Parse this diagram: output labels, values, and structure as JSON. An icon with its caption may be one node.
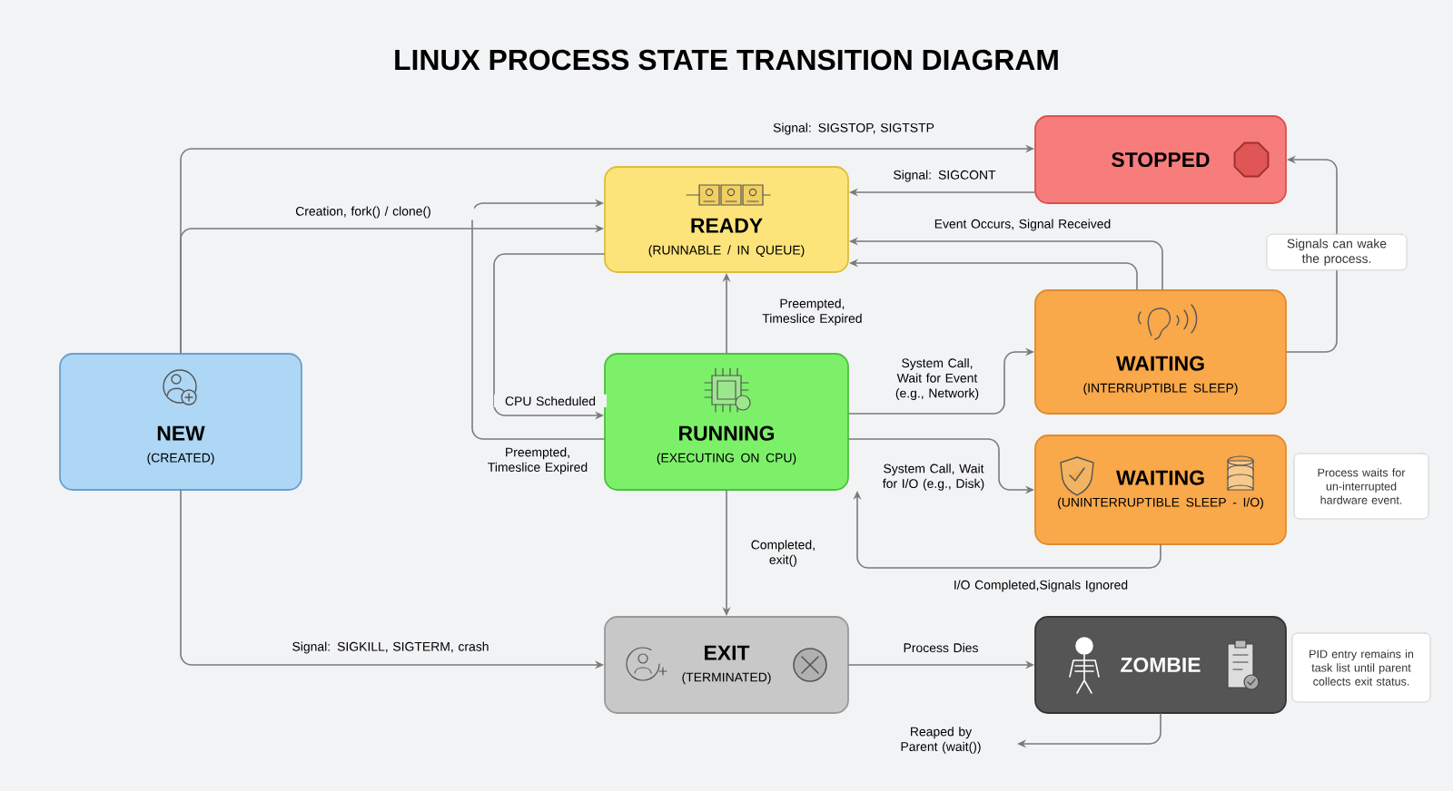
{
  "diagram": {
    "title": "LINUX PROCESS STATE TRANSITION DIAGRAM",
    "nodes": [
      {
        "text": [
          "NEW",
          "(CREATED)"
        ]
      },
      {
        "text": [
          "READY",
          "(RUNNABLE / IN QUEUE)"
        ]
      },
      {
        "text": [
          "STOPPED"
        ]
      },
      {
        "text": [
          "RUNNING",
          "(EXECUTING ON CPU)"
        ]
      },
      {
        "text": [
          "WAITING",
          "(INTERRUPTIBLE SLEEP)"
        ]
      },
      {
        "text": [
          "WAITING",
          "(UNINTERRUPTIBLE SLEEP - I/O)"
        ]
      },
      {
        "text": [
          "EXIT",
          "(TERMINATED)"
        ]
      },
      {
        "text": [
          "ZOMBIE"
        ]
      },
      {
        "text": [
          "Process waits for un-interrupted hardware event."
        ]
      },
      {
        "text": [
          "PID entry remains in task list until parent collects exit status."
        ]
      }
    ],
    "edges": [
      {
        "from": 0,
        "to": 2,
        "arrow": "to",
        "label": "Signal: SIGSTOP, SIGTSTP"
      },
      {
        "from": 0,
        "to": 1,
        "arrow": "to",
        "label": "Creation, fork() / clone()"
      },
      {
        "from": 2,
        "to": 1,
        "arrow": "to",
        "label": "Signal: SIGCONT"
      },
      {
        "from": 4,
        "to": 1,
        "arrow": "to",
        "label": "Event Occurs, Signal Received"
      },
      {
        "from": 4,
        "to": 1,
        "arrow": "to"
      },
      {
        "from": 3,
        "to": 1,
        "arrow": "to",
        "label": "Preempted, Timeslice Expired"
      },
      {
        "from": 1,
        "to": 3,
        "arrow": "to",
        "label": "CPU Scheduled"
      },
      {
        "from": 3,
        "to": 1,
        "arrow": "to",
        "label": "Preempted, Timeslice Expired"
      },
      {
        "from": 3,
        "to": 4,
        "arrow": "to",
        "label": "System Call, Wait for Event (e.g., Network)"
      },
      {
        "from": 3,
        "to": 5,
        "arrow": "to",
        "label": "System Call, Wait for I/O (e.g., Disk)"
      },
      {
        "from": 5,
        "to": 3,
        "arrow": "to",
        "label": "I/O Completed,Signals Ignored"
      },
      {
        "from": 4,
        "to": 2,
        "arrow": "to",
        "label": "Signals can wake the process."
      },
      {
        "from": 3,
        "to": 6,
        "arrow": "to",
        "label": "Completed, exit()"
      },
      {
        "from": 0,
        "to": 6,
        "arrow": "to",
        "label": "Signal: SIGKILL, SIGTERM, crash"
      },
      {
        "from": 6,
        "to": 7,
        "arrow": "to",
        "label": "Process Dies"
      },
      {
        "from": 7,
        "to": null,
        "arrow": "to",
        "label": "Reaped by Parent (wait())"
      }
    ]
  }
}
